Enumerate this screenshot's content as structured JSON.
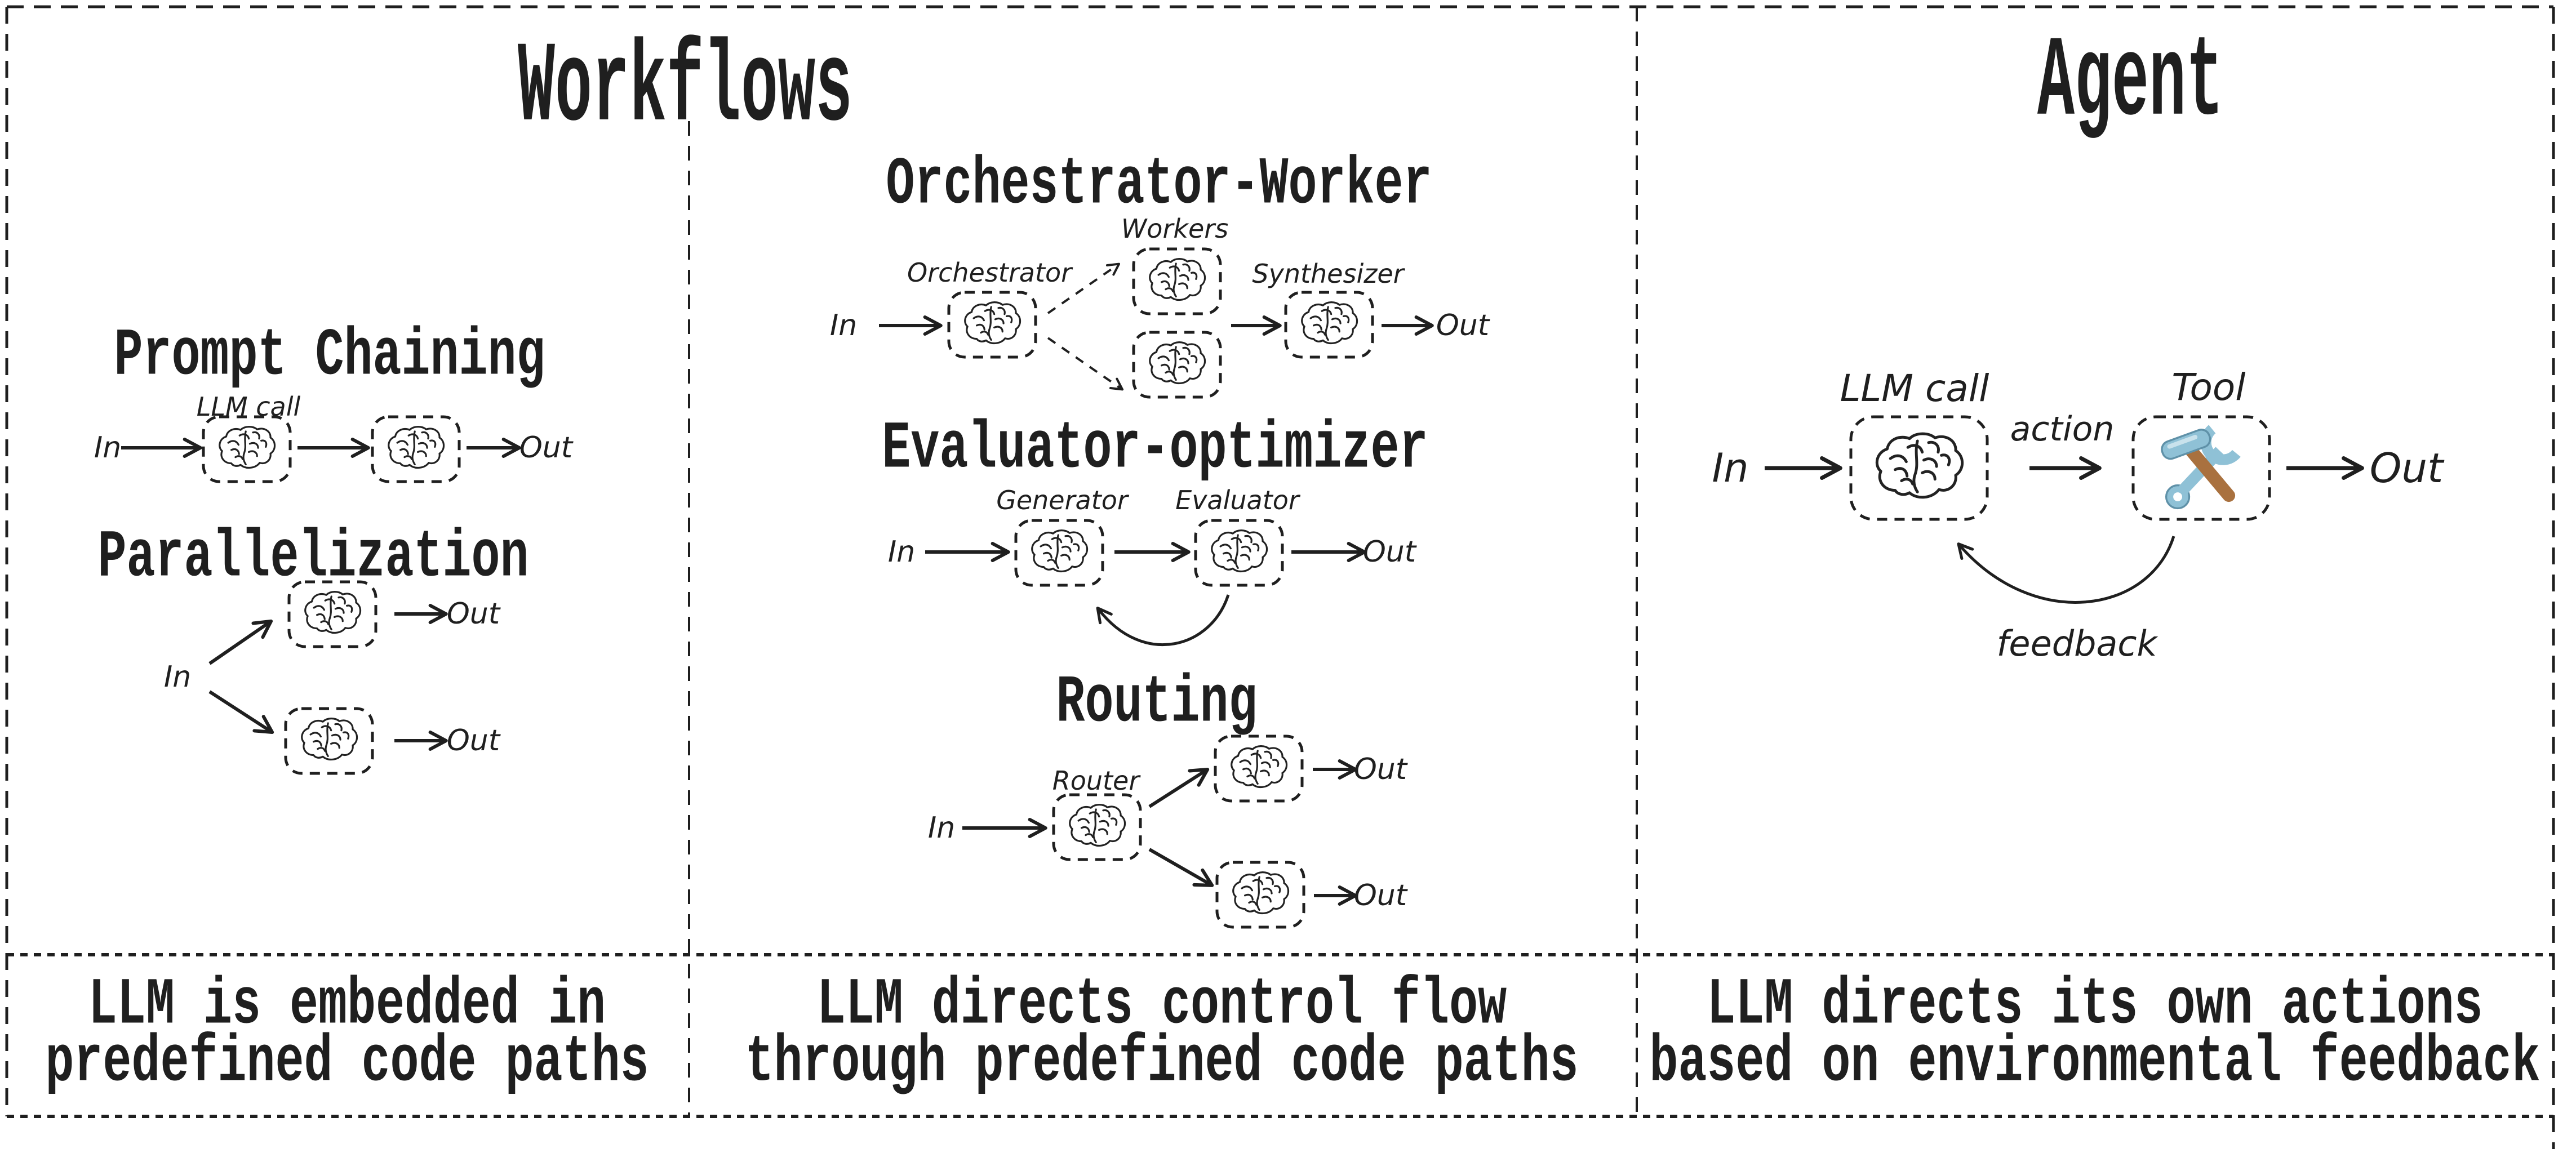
{
  "colors": {
    "ink": "#1f1f1f",
    "background": "#ffffff",
    "tool_blue": "#8fc1d6",
    "tool_blue_dark": "#5f91a8",
    "tool_highlight": "#c9e2ec",
    "tool_brown": "#a9713f"
  },
  "workflows": {
    "title": "Workflows",
    "caption_left": [
      "LLM is embedded in",
      "predefined code paths"
    ],
    "caption_middle": [
      "LLM directs control flow",
      "through predefined code paths"
    ],
    "prompt_chaining": {
      "heading": "Prompt Chaining",
      "in": "In",
      "llm_call": "LLM call",
      "out": "Out"
    },
    "parallelization": {
      "heading": "Parallelization",
      "in": "In",
      "out_top": "Out",
      "out_bottom": "Out"
    },
    "orchestrator_worker": {
      "heading": "Orchestrator-Worker",
      "in": "In",
      "orchestrator": "Orchestrator",
      "workers": "Workers",
      "synthesizer": "Synthesizer",
      "out": "Out"
    },
    "evaluator_optimizer": {
      "heading": "Evaluator-optimizer",
      "in": "In",
      "generator": "Generator",
      "evaluator": "Evaluator",
      "out": "Out"
    },
    "routing": {
      "heading": "Routing",
      "in": "In",
      "router": "Router",
      "out_top": "Out",
      "out_bottom": "Out"
    }
  },
  "agent": {
    "title": "Agent",
    "caption": [
      "LLM directs its own actions",
      "based on environmental feedback"
    ],
    "labels": {
      "in": "In",
      "llm_call": "LLM call",
      "action": "action",
      "tool": "Tool",
      "out": "Out",
      "feedback": "feedback"
    }
  }
}
